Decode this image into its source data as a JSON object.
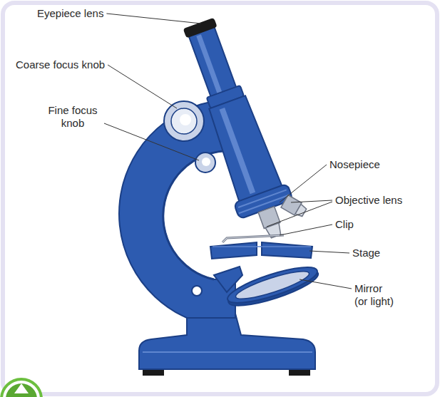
{
  "diagram": {
    "labels": [
      "Eyepiece lens",
      "Coarse focus knob",
      "Fine focus knob",
      "Nosepiece",
      "Objective lens",
      "Clip",
      "Stage",
      "Mirror (or light)"
    ]
  }
}
